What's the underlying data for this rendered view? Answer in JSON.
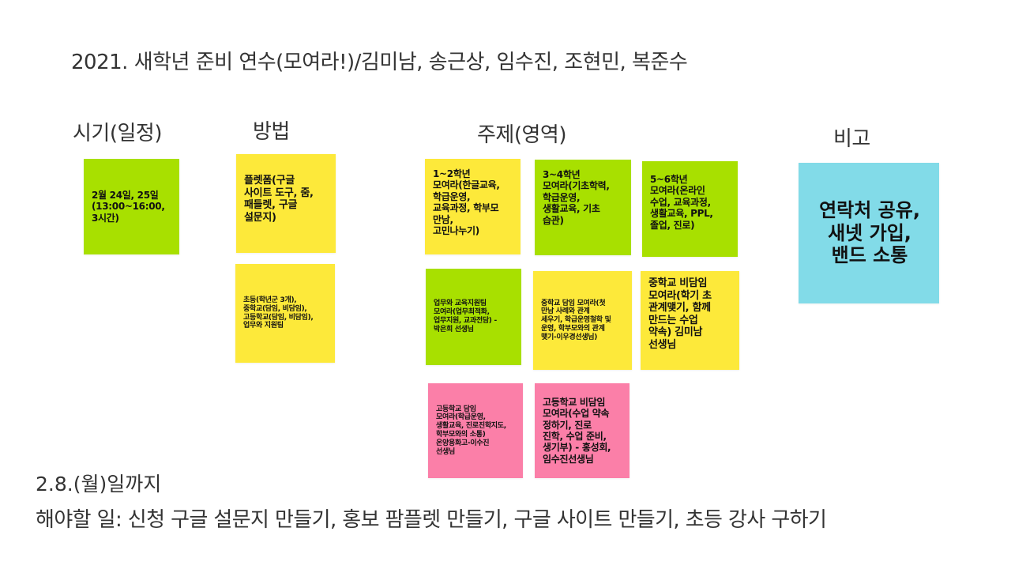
{
  "title": "2021. 새학년 준비 연수(모여라!)/김미남, 송근상, 임수진, 조현민, 복준수",
  "columns": {
    "schedule": "시기(일정)",
    "method": "방법",
    "topic": "주제(영역)",
    "note": "비고"
  },
  "notes": {
    "schedule": {
      "text": "2월 24일, 25일\n(13:00~16:00,\n3시간)",
      "color": "#a8e000"
    },
    "method_platform": {
      "text": "플렛폼(구글\n사이트 도구, 줌,\n패들렛, 구글\n설문지)",
      "color": "#fde93a"
    },
    "method_groups": {
      "text": "초등(학년군 3개),\n중학교(담임, 비담임),\n고등학교(담임, 비담임),\n업무와 지원팀",
      "color": "#fde93a"
    },
    "topic_grade12": {
      "text": "1~2학년\n모여라(한글교육,\n학급운영,\n교육과정, 학부모\n만남,\n고민나누기)",
      "color": "#fde93a"
    },
    "topic_grade34": {
      "text": "3~4학년\n모여라(기초학력,\n학급운영,\n생활교육, 기초\n습관)",
      "color": "#a8e000"
    },
    "topic_grade56": {
      "text": "5~6학년\n모여라(온라인\n수업, 교육과정,\n생활교육, PPL,\n졸업, 진로)",
      "color": "#a8e000"
    },
    "topic_admin": {
      "text": "업무와 교육지원팀\n모여라(업무최적화,\n업무지원, 교과전담) -\n박은희 선생님",
      "color": "#a8e000"
    },
    "topic_middle_homeroom": {
      "text": "중학교 담임 모여라(첫\n만남 사례와 관계\n세우기, 학급운영철학 및\n운영, 학부모와의 관계\n맺기-이우경선생님)",
      "color": "#fde93a"
    },
    "topic_middle_nonhomeroom": {
      "text": "중학교 비담임\n모여라(학기 초\n관계맺기, 함께\n만드는 수업\n약속) 김미남\n선생님",
      "color": "#fde93a"
    },
    "topic_high_homeroom": {
      "text": "고등학교 담임\n모여라(학급운영,\n생활교육, 진로진학지도,\n학부모와의 소통)\n온양용화고-이수진\n선생님",
      "color": "#fb7fa8"
    },
    "topic_high_nonhomeroom": {
      "text": "고등학교 비담임\n모여라(수업 약속\n정하기, 진로\n진학, 수업 준비,\n생기부) - 홍성회,\n임수진선생님",
      "color": "#fb7fa8"
    },
    "remarks": {
      "text": "연락처 공유,\n새넷 가입,\n밴드 소통",
      "color": "#82dbe8"
    }
  },
  "footer": {
    "deadline": "2.8.(월)일까지",
    "todo": "해야할 일: 신청 구글 설문지 만들기, 홍보 팜플렛 만들기, 구글 사이트 만들기, 초등 강사 구하기"
  }
}
